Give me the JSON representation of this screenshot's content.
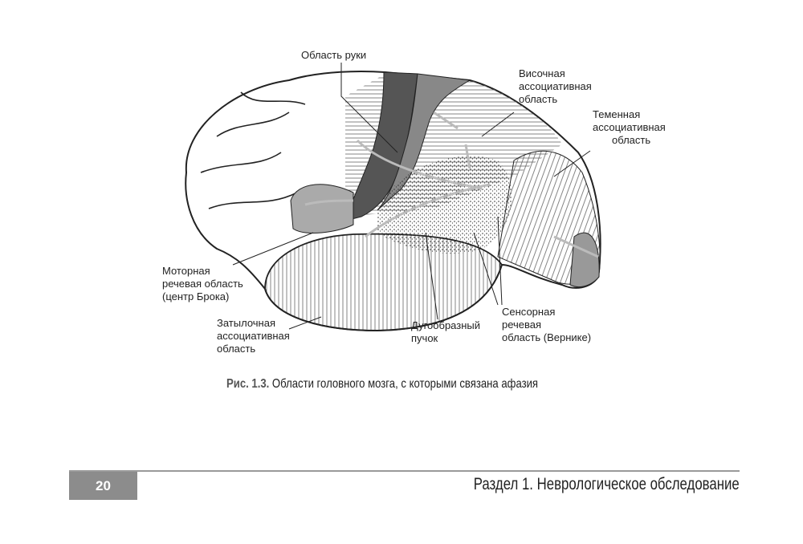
{
  "figure": {
    "labels": {
      "hand_area": "Область руки",
      "temporal_assoc": [
        "Височная",
        "ассоциативная",
        "область"
      ],
      "parietal_assoc": [
        "Теменная",
        "ассоциативная",
        "область"
      ],
      "broca": [
        "Моторная",
        "речевая область",
        "(центр Брока)"
      ],
      "occipital_assoc": [
        "Затылочная",
        "ассоциативная",
        "область"
      ],
      "arcuate": [
        "Дугообразный",
        "пучок"
      ],
      "wernicke": [
        "Сенсорная",
        "речевая",
        "область (Вернике)"
      ]
    },
    "caption_number": "Рис. 1.3.",
    "caption_text": " Области головного мозга, с которыми связана афазия"
  },
  "footer": {
    "page_number": "20",
    "section_title": "Раздел 1. Неврологическое обследование"
  }
}
